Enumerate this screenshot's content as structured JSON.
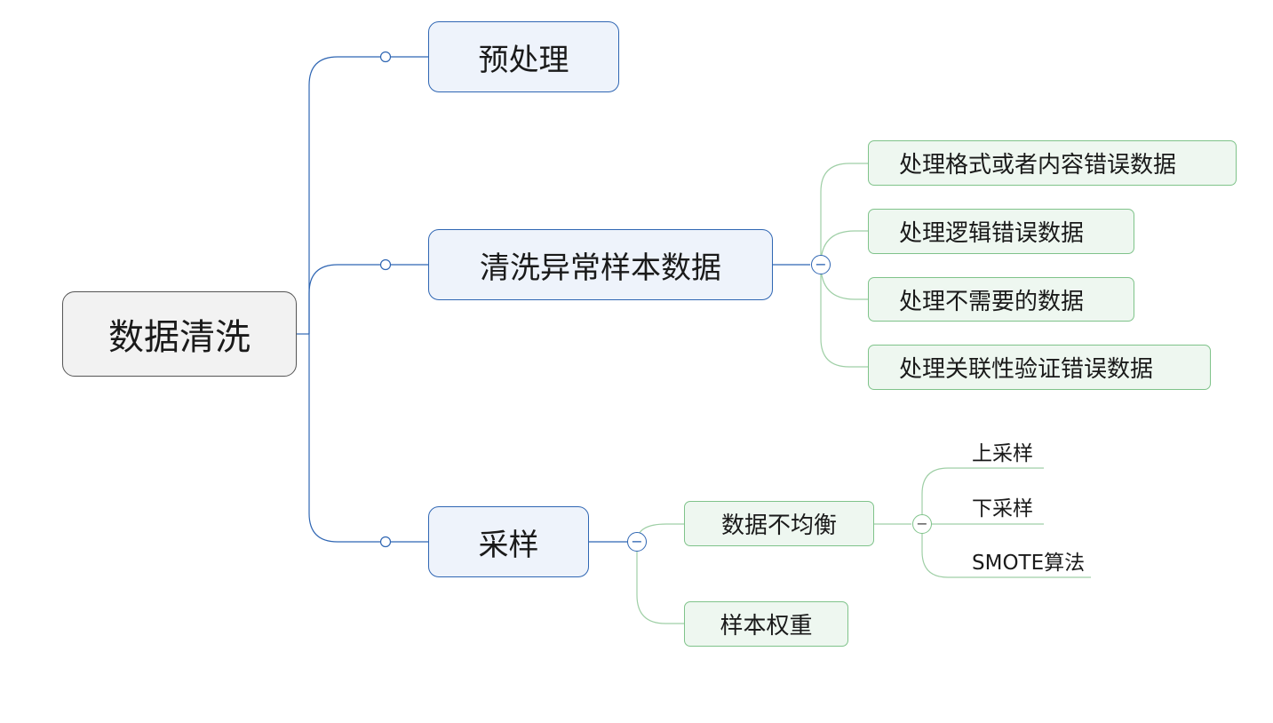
{
  "mindmap": {
    "root": {
      "label": "数据清洗"
    },
    "branches": [
      {
        "label": "预处理",
        "children": []
      },
      {
        "label": "清洗异常样本数据",
        "children": [
          {
            "label": "处理格式或者内容错误数据"
          },
          {
            "label": "处理逻辑错误数据"
          },
          {
            "label": "处理不需要的数据"
          },
          {
            "label": "处理关联性验证错误数据"
          }
        ]
      },
      {
        "label": "采样",
        "children": [
          {
            "label": "数据不均衡",
            "children": [
              {
                "label": "上采样"
              },
              {
                "label": "下采样"
              },
              {
                "label": "SMOTE算法"
              }
            ]
          },
          {
            "label": "样本权重"
          }
        ]
      }
    ],
    "collapse_symbol": "−"
  },
  "colors": {
    "blue_line": "#2f66b3",
    "green_line": "#7fc38a",
    "root_fill": "#f2f2f2",
    "branch_fill": "#eef3fb",
    "sub_fill": "#eef7f0"
  }
}
